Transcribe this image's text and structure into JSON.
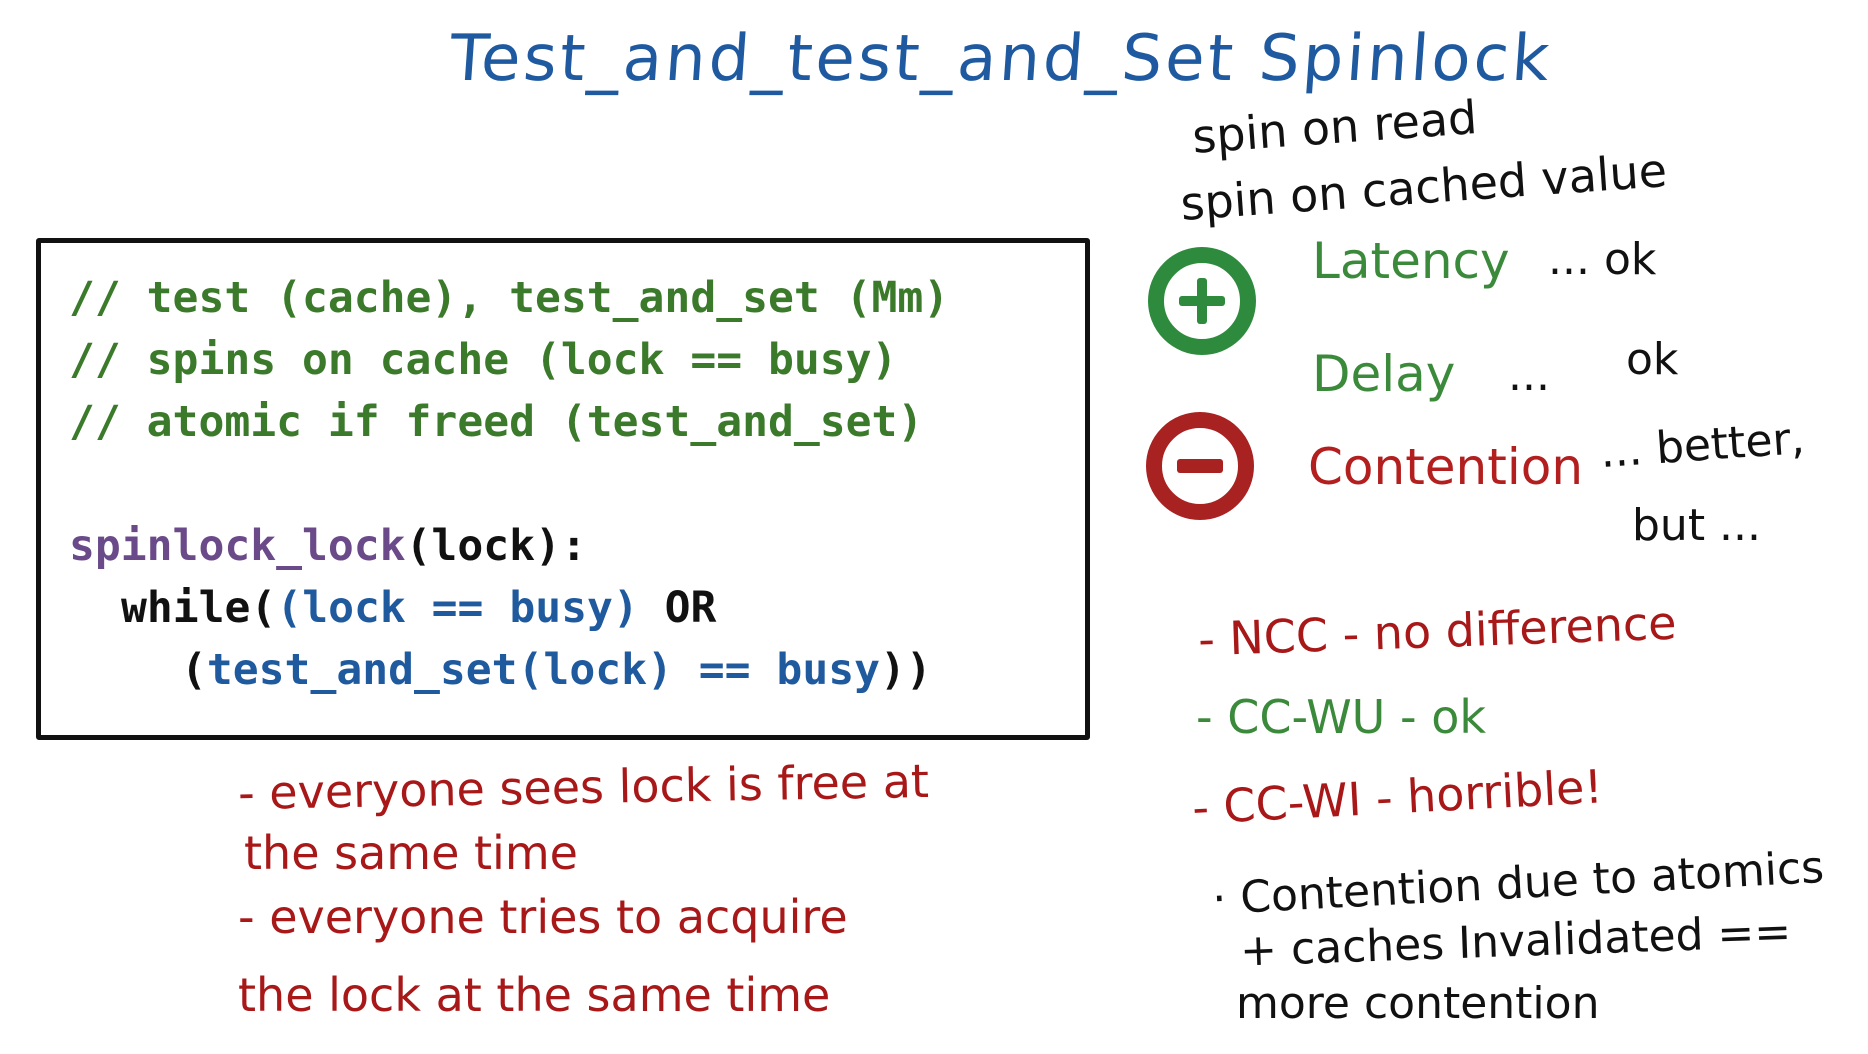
{
  "title": "Test_and_test_and_Set Spinlock",
  "code": {
    "comment1": "// test (cache), test_and_set (Mm)",
    "comment2": "// spins on cache (lock == busy)",
    "comment3": "// atomic if freed (test_and_set)",
    "fn_name": "spinlock_lock",
    "fn_args": "(lock):",
    "while_kw": "while(",
    "cond1": "(lock == busy)",
    "or_kw": " OR",
    "open_paren": "(",
    "cond2": "test_and_set(lock) == busy",
    "close_parens": "))"
  },
  "notes_top": {
    "line1": "spin on read",
    "line2": "spin on cached value"
  },
  "pros": {
    "icon": "plus-circle-icon",
    "latency": "Latency",
    "latency_value": "... ok",
    "delay": "Delay",
    "delay_ellipsis": "...",
    "delay_value": "ok"
  },
  "cons": {
    "icon": "minus-circle-icon",
    "contention": "Contention",
    "contention_value": "... better,",
    "contention_value2": "but ..."
  },
  "bullets": {
    "ncc": "- NCC - no difference",
    "cc_wu": "- CC-WU - ok",
    "cc_wi": "- CC-WI - horrible!",
    "cont1": "· Contention due to atomics",
    "cont2": "+ caches Invalidated ==",
    "cont3": "more contention"
  },
  "notes_bottom": {
    "line1": "- everyone sees lock is free at",
    "line2": "the same time",
    "line3": "- everyone tries to acquire",
    "line4": "the lock at the same time"
  },
  "colors": {
    "title": "#1f5aa0",
    "comment": "#3a7a2a",
    "function": "#6b4a8a",
    "code_blue": "#1f5a9e",
    "green": "#2e8b3e",
    "red": "#a82222"
  }
}
